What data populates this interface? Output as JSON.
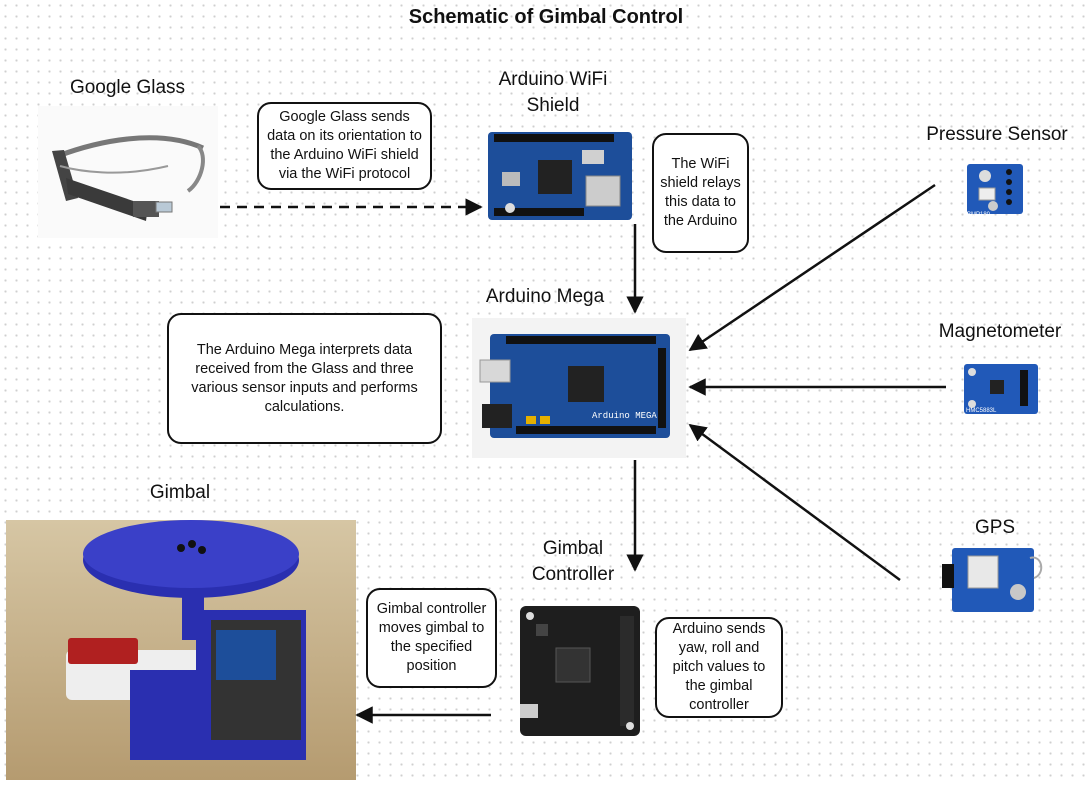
{
  "title": "Schematic of Gimbal Control",
  "labels": {
    "glass": "Google Glass",
    "wifi_shield": "Arduino WiFi Shield",
    "mega": "Arduino Mega",
    "pressure": "Pressure Sensor",
    "magnetometer": "Magnetometer",
    "gps": "GPS",
    "gimbal": "Gimbal",
    "gimbal_controller": "Gimbal Controller"
  },
  "callouts": {
    "glass_to_shield": "Google Glass sends data on its orientation to the Arduino WiFi shield via the WiFi protocol",
    "shield_relay": "The WiFi shield relays this data to the Arduino",
    "mega_interprets": "The Arduino Mega interprets data received from the Glass and three various sensor inputs and performs calculations.",
    "arduino_sends": "Arduino sends yaw, roll and pitch values to the gimbal controller",
    "controller_moves": "Gimbal controller moves gimbal to the specified position"
  },
  "board_text": {
    "mega_silk": "Arduino MEGA",
    "pressure_chip": "BMP180",
    "mag_chip": "HMC5883L"
  },
  "colors": {
    "board_blue": "#1d4e9a",
    "gimbal_blue": "#2a2fb0",
    "pcb_black": "#1e1e1e"
  }
}
